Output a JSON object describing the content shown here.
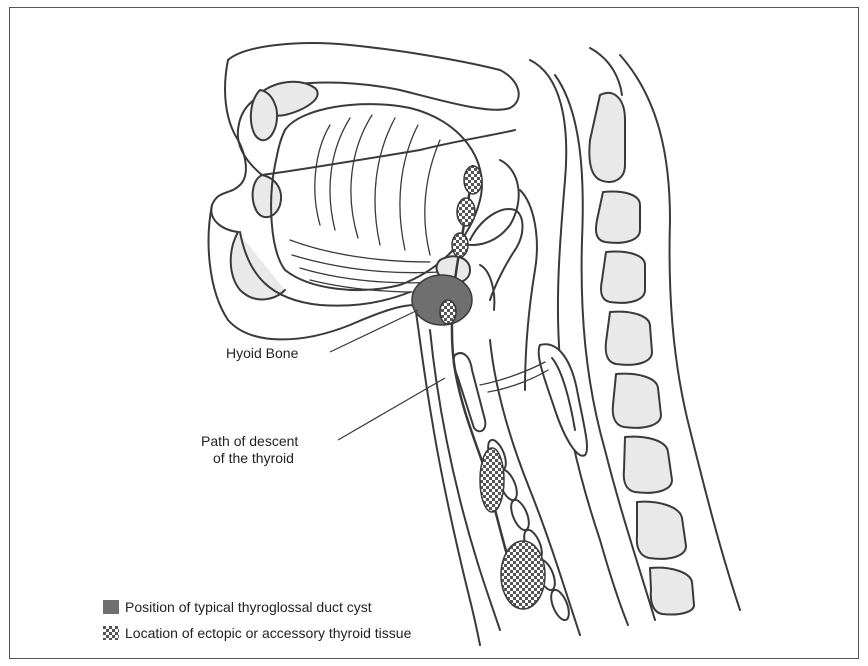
{
  "diagram": {
    "labels": {
      "hyoid": "Hyoid Bone",
      "path_line1": "Path of descent",
      "path_line2": "of the thyroid"
    },
    "legend": [
      {
        "text": "Position of typical thyroglossal duct cyst",
        "pattern": "solid"
      },
      {
        "text": "Location of ectopic or accessory thyroid tissue",
        "pattern": "checkered"
      }
    ],
    "colors": {
      "outline": "#3a3a3a",
      "cyst": "#6f6f6f",
      "tissue_fill": "#e9e9e9"
    }
  }
}
